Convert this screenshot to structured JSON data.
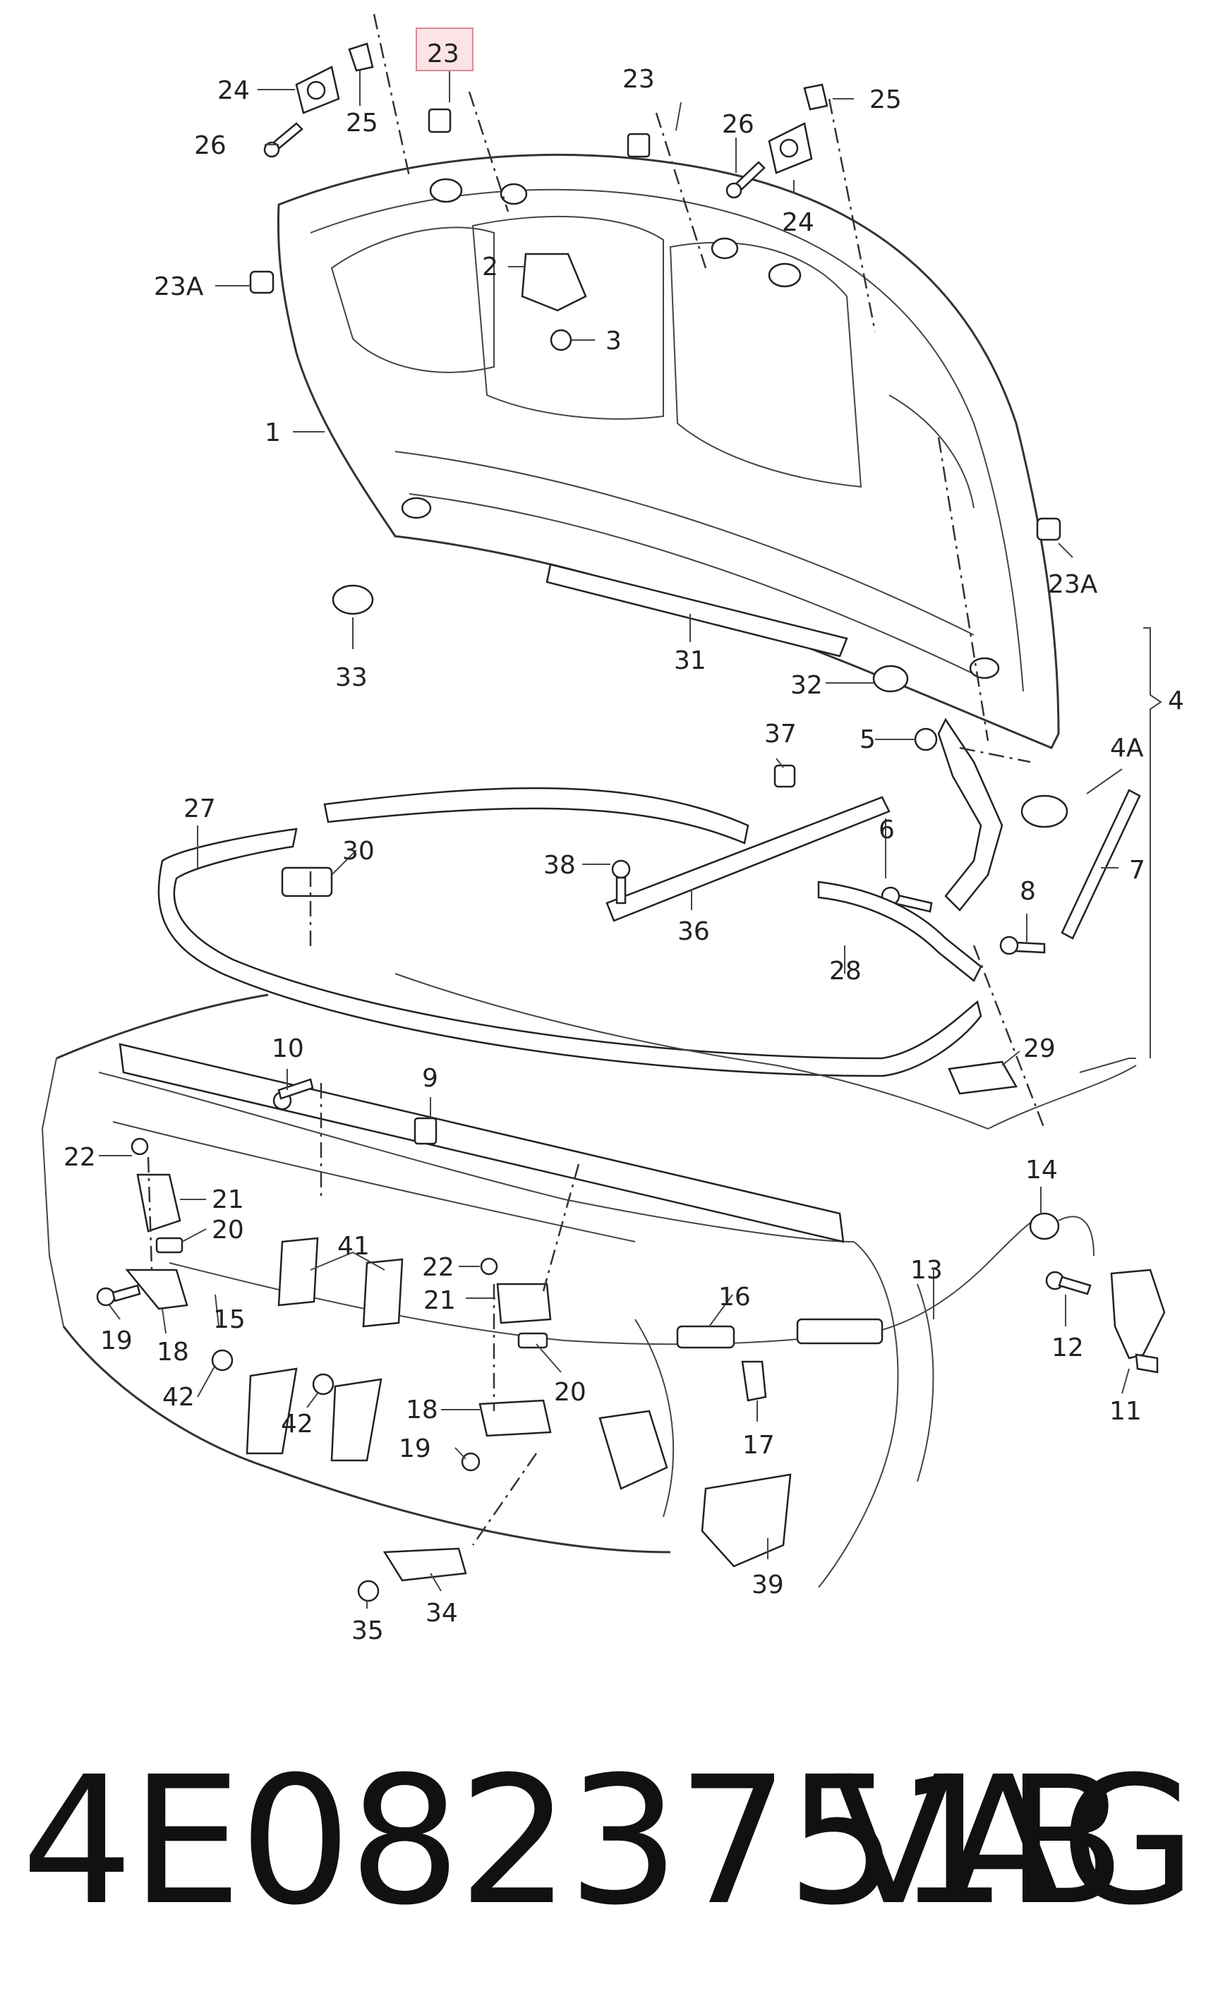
{
  "diagram": {
    "highlighted_callout": "23",
    "callouts": {
      "c24_tl": "24",
      "c25_tl": "25",
      "c26_tl": "26",
      "c23_hl": "23",
      "c23_tr": "23",
      "c26_tr": "26",
      "c25_tr": "25",
      "c24_tr": "24",
      "c23A_l": "23A",
      "c2": "2",
      "c3": "3",
      "c1": "1",
      "c23A_r": "23A",
      "c33": "33",
      "c31": "31",
      "c32": "32",
      "c4": "4",
      "c37": "37",
      "c5": "5",
      "c4A": "4A",
      "c27": "27",
      "c30": "30",
      "c38": "38",
      "c6": "6",
      "c7": "7",
      "c36": "36",
      "c8": "8",
      "c28": "28",
      "c10": "10",
      "c29": "29",
      "c9": "9",
      "c22_l": "22",
      "c21_l": "21",
      "c20_l": "20",
      "c14": "14",
      "c41": "41",
      "c22_m": "22",
      "c13": "13",
      "c19_l": "19",
      "c15": "15",
      "c21_m": "21",
      "c16": "16",
      "c12": "12",
      "c18_l": "18",
      "c42_l": "42",
      "c42_m": "42",
      "c20_m": "20",
      "c18_m": "18",
      "c17": "17",
      "c11": "11",
      "c19_m": "19",
      "c39": "39",
      "c34": "34",
      "c35": "35"
    }
  },
  "footer": {
    "part_number": "4E0823751B",
    "brand": "VAG"
  },
  "colors": {
    "highlight_fill": "#fbe3e6",
    "highlight_border": "#d98c95",
    "line": "#333333"
  }
}
